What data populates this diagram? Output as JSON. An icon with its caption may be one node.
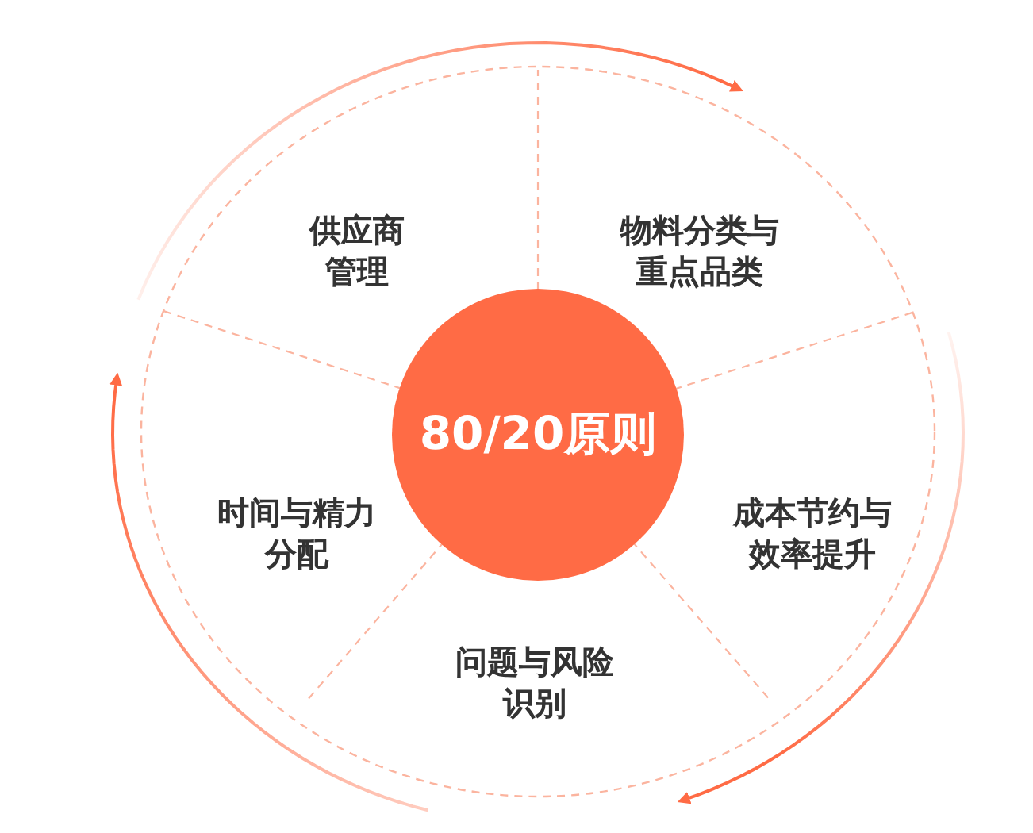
{
  "diagram": {
    "nodes": [
      {
        "text": [
          "80/20原则"
        ]
      },
      {
        "text": [
          "供应商管理"
        ]
      },
      {
        "text": [
          "物料分类与重点品类"
        ]
      },
      {
        "text": [
          "时间与精力分配"
        ]
      },
      {
        "text": [
          "成本节约与效率提升"
        ]
      },
      {
        "text": [
          "问题与风险识别"
        ]
      }
    ]
  }
}
